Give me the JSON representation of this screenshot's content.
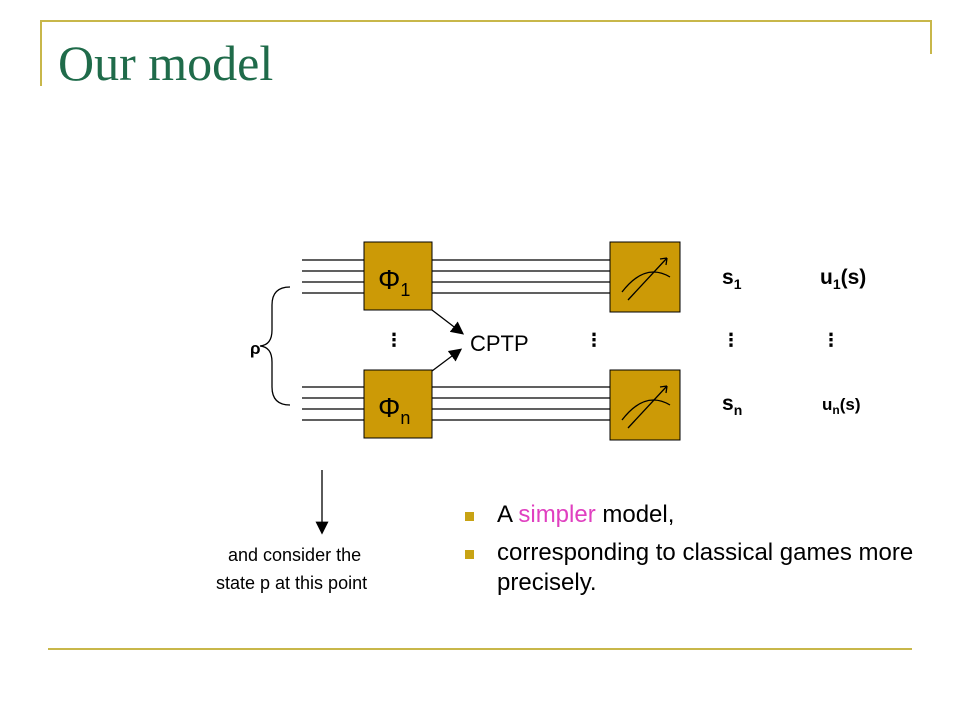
{
  "slide": {
    "title": "Our model",
    "colors": {
      "accent_rule": "#c8b74a",
      "title": "#1f6b4a",
      "box_fill": "#cc9a06",
      "highlight": "#e040c0",
      "bullet": "#c8a314"
    }
  },
  "diagram": {
    "rho_label": "ρ",
    "phi1_label": "Φ",
    "phi1_sub": "1",
    "phin_label": "Φ",
    "phin_sub": "n",
    "cptp_label": "CPTP",
    "ellipsis": "⋮",
    "s1_label": "s",
    "s1_sub": "1",
    "sn_label": "s",
    "sn_sub": "n",
    "u1_label": "u",
    "u1_sub": "1",
    "u1_arg": "(s)",
    "un_label": "u",
    "un_sub": "n",
    "un_arg": "(s)",
    "meter_icon": "measurement-meter-icon"
  },
  "caption": {
    "line1": "and consider the",
    "line2": "state p at this point"
  },
  "bullets": [
    {
      "pre": "A ",
      "highlight": "simpler",
      "post": " model,"
    },
    {
      "text": "corresponding to classical games more precisely."
    }
  ]
}
